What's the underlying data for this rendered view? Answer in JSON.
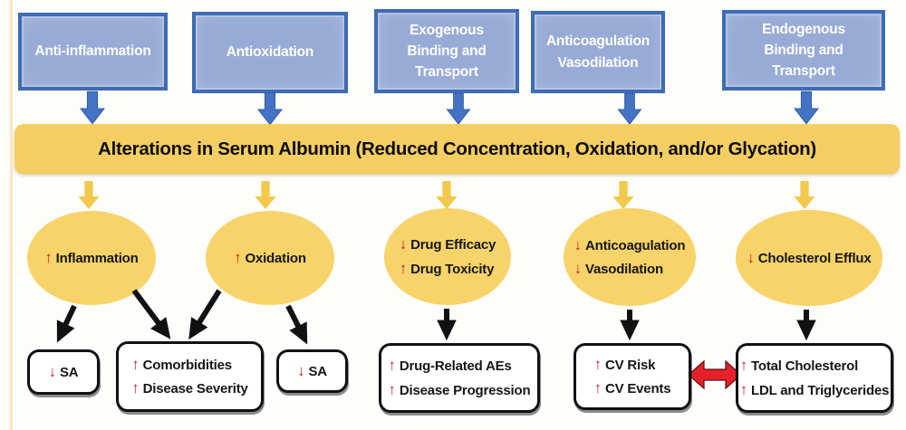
{
  "colors": {
    "blue-fill": "#97ABD6",
    "blue-border": "#3E6CB5",
    "blue-arrow": "#4472C4",
    "gold-banner": "#F5CE63",
    "gold-arrow": "#F2C94C",
    "gold-ellipse": "#F8D369",
    "red-accent": "#C1272D",
    "red-arrow": "#E62129",
    "black-ink": "#111111",
    "bg": "#FDFDFC"
  },
  "top_boxes": [
    {
      "label": "Anti-inflammation"
    },
    {
      "label": "Antioxidation"
    },
    {
      "label": "Exogenous Binding and Transport"
    },
    {
      "label": "Anticoagulation Vasodilation"
    },
    {
      "label": "Endogenous Binding and Transport"
    }
  ],
  "banner": {
    "text": "Alterations in Serum Albumin (Reduced Concentration, Oxidation, and/or Glycation)"
  },
  "ellipses": [
    {
      "lines": [
        {
          "prefix": "↑",
          "text": "Inflammation"
        }
      ]
    },
    {
      "lines": [
        {
          "prefix": "↑",
          "text": "Oxidation"
        }
      ]
    },
    {
      "lines": [
        {
          "prefix": "↓",
          "text": "Drug Efficacy"
        },
        {
          "prefix": "↑",
          "text": "Drug Toxicity"
        }
      ]
    },
    {
      "lines": [
        {
          "prefix": "↓",
          "text": "Anticoagulation"
        },
        {
          "prefix": "↓",
          "text": "Vasodilation"
        }
      ]
    },
    {
      "lines": [
        {
          "prefix": "↓",
          "text": "Cholesterol Efflux"
        }
      ]
    }
  ],
  "bottom_boxes": [
    {
      "lines": [
        {
          "prefix": "↓",
          "text": "SA"
        }
      ]
    },
    {
      "lines": [
        {
          "prefix": "↑",
          "text": "Comorbidities"
        },
        {
          "prefix": "↑",
          "text": "Disease Severity"
        }
      ]
    },
    {
      "lines": [
        {
          "prefix": "↓",
          "text": "SA"
        }
      ]
    },
    {
      "lines": [
        {
          "prefix": "↑",
          "text": "Drug-Related AEs"
        },
        {
          "prefix": "↑",
          "text": "Disease Progression"
        }
      ]
    },
    {
      "lines": [
        {
          "prefix": "↑",
          "text": "CV Risk"
        },
        {
          "prefix": "↑",
          "text": "CV Events"
        }
      ]
    },
    {
      "lines": [
        {
          "prefix": "↑",
          "text": "Total Cholesterol"
        },
        {
          "prefix": "↑",
          "text": "LDL and Triglycerides"
        }
      ]
    }
  ]
}
